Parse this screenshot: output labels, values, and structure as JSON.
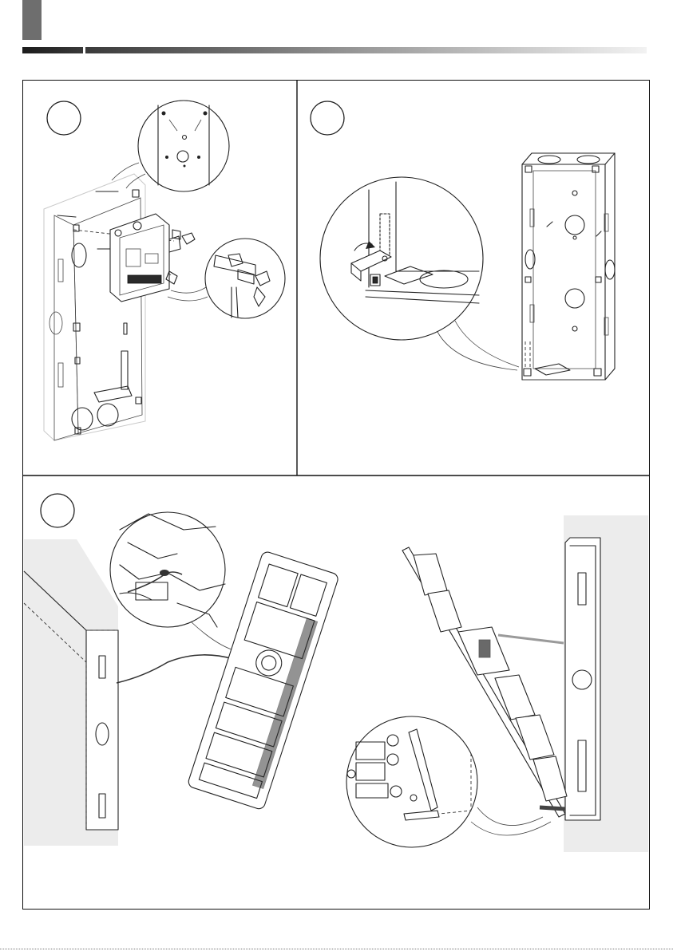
{
  "page": {
    "accent_color": "#6e6e6e",
    "frame_color": "#111111"
  },
  "panels": [
    {
      "name": "box-mounting",
      "step_badge": "",
      "illustration": "surface-box-with-wall-plugs-and-screws-icon"
    },
    {
      "name": "box-tab-fold",
      "step_badge": "",
      "illustration": "flush-box-with-bent-tab-detail-icon"
    },
    {
      "name": "panel-hanging",
      "step_badge": "",
      "illustration": "door-panel-connection-and-hinge-detail-icon"
    }
  ]
}
